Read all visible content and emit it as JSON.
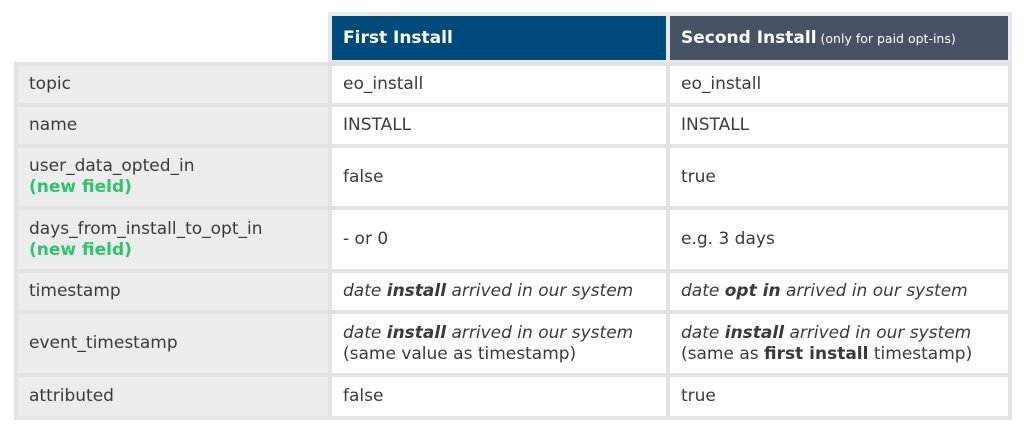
{
  "header": {
    "first_install": "First Install",
    "second_install": "Second Install",
    "second_install_note": "(only for paid opt-ins)"
  },
  "rows": [
    {
      "label": "topic",
      "first": "eo_install",
      "second": "eo_install"
    },
    {
      "label": "name",
      "first": "INSTALL",
      "second": "INSTALL"
    },
    {
      "label": "user_data_opted_in",
      "label_note": "(new field)",
      "first": "false",
      "second": "true"
    },
    {
      "label": "days_from_install_to_opt_in",
      "label_note": "(new field)",
      "first": "- or 0",
      "second": "e.g. 3 days"
    },
    {
      "label": "timestamp",
      "first": {
        "pre": "date ",
        "bold": "install",
        "post": " arrived in our system"
      },
      "second": {
        "pre": "date ",
        "bold": "opt in",
        "post": " arrived in our system"
      }
    },
    {
      "label": "event_timestamp",
      "first": {
        "pre": "date ",
        "bold": "install",
        "post": " arrived in our system",
        "line2": "(same value as timestamp)"
      },
      "second": {
        "pre": "date ",
        "bold": "install",
        "post": " arrived in our system",
        "line2_pre": "(same as ",
        "line2_bold": "first install",
        "line2_post": " timestamp)"
      }
    },
    {
      "label": "attributed",
      "first": "false",
      "second": "true"
    }
  ]
}
